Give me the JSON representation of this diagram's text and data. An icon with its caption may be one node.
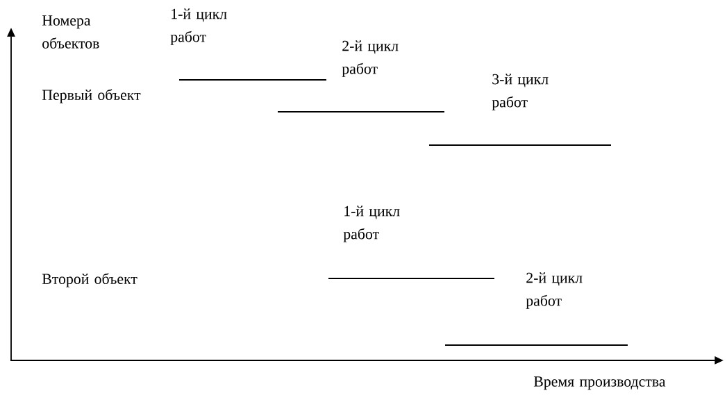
{
  "diagram": {
    "nodes": [
      {
        "text": [
          "1-й цикл работ"
        ]
      },
      {
        "text": [
          "2-й цикл работ"
        ]
      },
      {
        "text": [
          "3-й цикл работ"
        ]
      },
      {
        "text": [
          "1-й цикл работ"
        ]
      },
      {
        "text": [
          "2-й цикл работ"
        ]
      }
    ],
    "labels": [
      "Номера объектов",
      "Первый объект",
      "Второй объект",
      "Время производства"
    ]
  }
}
